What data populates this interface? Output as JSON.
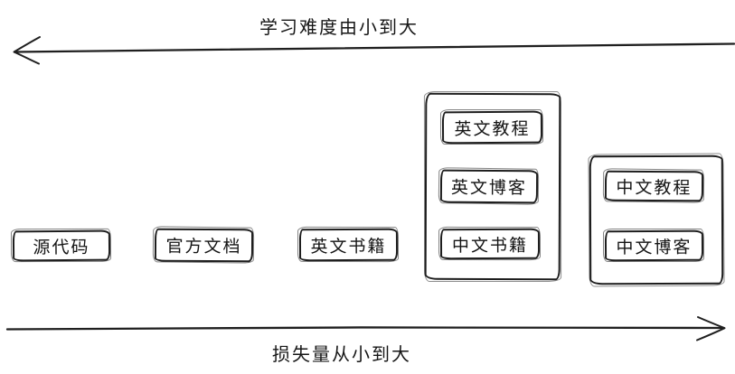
{
  "diagram": {
    "background": "#ffffff",
    "ink_color": "#1f1f1f",
    "top_axis": {
      "label": "学习难度由小到大",
      "direction": "left"
    },
    "bottom_axis": {
      "label": "损失量从小到大",
      "direction": "right"
    },
    "standalone_boxes": [
      {
        "label": "源代码"
      },
      {
        "label": "官方文档"
      },
      {
        "label": "英文书籍"
      }
    ],
    "groups": [
      {
        "name": "english-resources-group",
        "boxes": [
          {
            "label": "英文教程"
          },
          {
            "label": "英文博客"
          },
          {
            "label": "中文书籍"
          }
        ]
      },
      {
        "name": "chinese-resources-group",
        "boxes": [
          {
            "label": "中文教程"
          },
          {
            "label": "中文博客"
          }
        ]
      }
    ]
  }
}
